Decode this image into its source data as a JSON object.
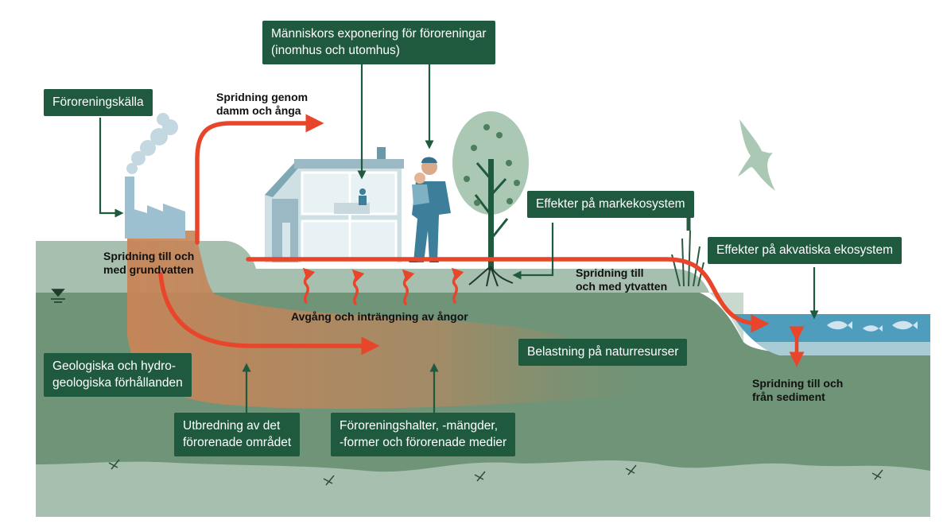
{
  "boxes": {
    "source": "Föroreningskälla",
    "exposure": [
      "Människors exponering för föroreningar",
      "(inomhus och utomhus)"
    ],
    "land_effects": "Effekter på markekosystem",
    "aquatic_effects": "Effekter på akvatiska ekosystem",
    "resources": "Belastning på naturresurser",
    "geology": [
      "Geologiska och hydro-",
      "geologiska förhållanden"
    ],
    "extent": [
      "Utbredning av det",
      "förorenade området"
    ],
    "levels": [
      "Föroreningshalter, -mängder,",
      "-former och förorenade medier"
    ]
  },
  "labels": {
    "dust": [
      "Spridning genom",
      "damm och ånga"
    ],
    "groundwater": [
      "Spridning till och",
      "med grundvatten"
    ],
    "surface_water": [
      "Spridning till",
      "och med ytvatten"
    ],
    "vapors": "Avgång och inträngning av ångor",
    "sediment": [
      "Spridning till och",
      "från sediment"
    ]
  },
  "colors": {
    "box_bg": "#1f5a3f",
    "arrow": "#e8452a",
    "surface": "#a7bfaf",
    "soil": "#6f9478",
    "bedrock": "#a7bfaf",
    "plume": "#c7825a",
    "water": "#4f9dbd",
    "pointer": "#1f5a3f"
  },
  "icons": [
    "factory-icon",
    "smoke-icon",
    "house-icon",
    "person-with-child-icon",
    "tree-icon",
    "bird-icon",
    "fish-icon",
    "reed-icon",
    "water-table-icon"
  ]
}
